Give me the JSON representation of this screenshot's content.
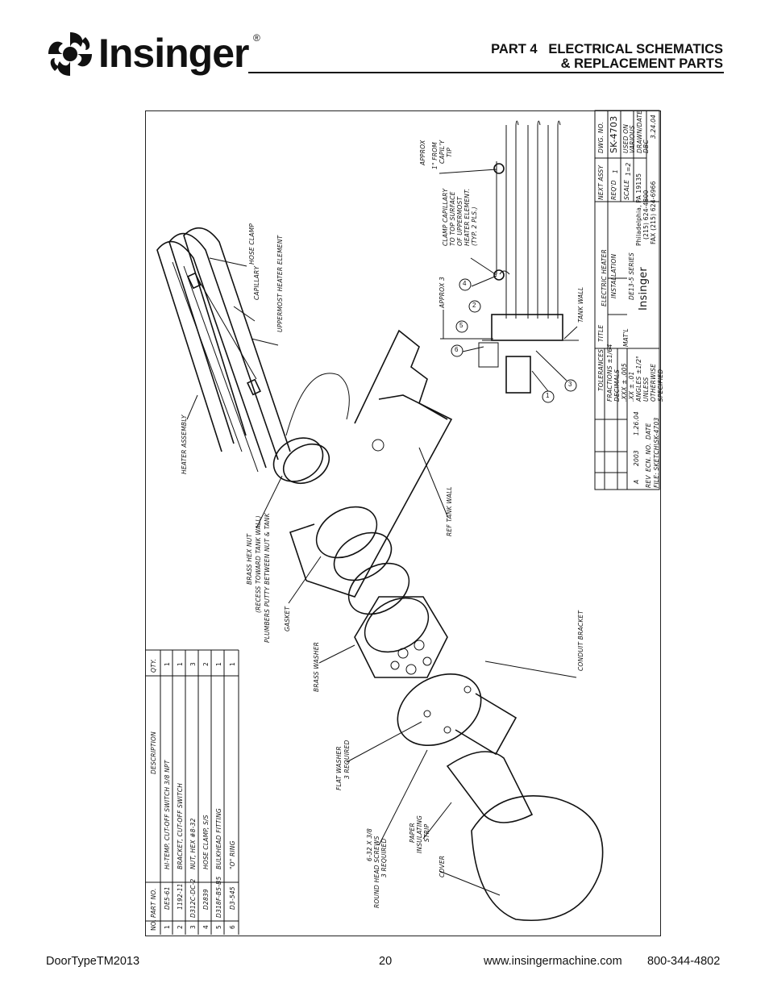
{
  "header": {
    "brand": "Insinger",
    "reg_mark": "®",
    "title_line1": "PART 4   ELECTRICAL SCHEMATICS",
    "title_line2": "& REPLACEMENT PARTS"
  },
  "parts_table": {
    "columns": [
      "NO.",
      "PART NO.",
      "DESCRIPTION",
      "QTY."
    ],
    "rows": [
      {
        "no": "1",
        "part": "DE5-61",
        "desc": "HI-TEMP. CUT-OFF SWITCH   3/8 NPT",
        "qty": "1"
      },
      {
        "no": "2",
        "part": "1192-11",
        "desc": "BRACKET, CUT-OFF SWITCH",
        "qty": "1"
      },
      {
        "no": "3",
        "part": "D312C-DC-2",
        "desc": "NUT, HEX  #8-32",
        "qty": "3"
      },
      {
        "no": "4",
        "part": "D2839",
        "desc": "HOSE CLAMP, S/S",
        "qty": "2"
      },
      {
        "no": "5",
        "part": "D318F-B5-B5",
        "desc": "BULKHEAD FITTING",
        "qty": "1"
      },
      {
        "no": "6",
        "part": "D3-545",
        "desc": "\"O\" RING",
        "qty": "1"
      }
    ]
  },
  "callouts": {
    "heater_assembly": "HEATER ASSEMBLY",
    "hose_clamp": "HOSE CLAMP",
    "capillary": "CAPILLARY",
    "uppermost": "UPPERMOST HEATER ELEMENT",
    "ref_tank_wall": "REF TANK WALL",
    "brass_hex_nut_1": "BRASS HEX NUT",
    "brass_hex_nut_2": "(RECESS TOWARD TANK WALL)",
    "plumbers_putty": "PLUMBERS PUTTY BETWEEN NUT & TANK",
    "gasket": "GASKET",
    "brass_washer": "BRASS WASHER",
    "conduit_bracket": "CONDUIT BRACKET",
    "flat_washer_1": "FLAT WASHER",
    "flat_washer_2": "3 REQUIRED",
    "screws_1": "6-32 X 3/8",
    "screws_2": "ROUND HEAD SCREWS",
    "screws_3": "3 REQUIRED",
    "paper_1": "PAPER",
    "paper_2": "INSULATING",
    "paper_3": "STRIP",
    "cover": "COVER",
    "tank_wall": "TANK WALL",
    "approx3": "APPROX 3",
    "clamp_1": "CLAMP CAPILLARY",
    "clamp_2": "TO TOP SURFACE",
    "clamp_3": "OF UPPERMOST",
    "clamp_4": "HEATER ELEMENT.",
    "clamp_5": "(TYP. 2 PLS.)",
    "approx_1": "APPROX",
    "approx_2": "1\" FROM",
    "approx_3": "CAPIL'Y",
    "approx_4": "TIP"
  },
  "balloons": [
    "1",
    "2",
    "3",
    "4",
    "5",
    "6"
  ],
  "title_block": {
    "tolerances": "TOLERANCES",
    "fractions": "FRACTIONS ±1/64",
    "decimals": "DECIMALS",
    "xxx": ".XXX  ± .005",
    "xx": ".XX  ± .01",
    "angles": "ANGLES ±1/2°",
    "unless": "UNLESS",
    "otherwise": "OTHERWISE",
    "specified": "SPECIFIED",
    "title_label": "TITLE",
    "title_1": "ELECTRIC HEATER",
    "title_2": "INSTALLATION",
    "title_3": "DE13-5 SERIES",
    "matl": "MAT'L",
    "next_assy": "NEXT ASSY",
    "reqd": "REQ'D",
    "reqd_val": "1",
    "scale": "SCALE",
    "scale_val": "1=2",
    "dwg_no_label": "DWG. NO.",
    "dwg_no": "SK-4703",
    "used_on": "USED ON",
    "various": "VARIOUS",
    "drawn": "DRAWN/DATE",
    "drawn_val": "DBC",
    "date_val": "3.24.04",
    "company": "Insinger",
    "city": "Philadelphia, PA 19135",
    "phone": "(215) 624-4800",
    "fax": "FAX (215) 624-6966",
    "rev": "REV",
    "ecn": "ECN. NO.",
    "date": "DATE",
    "rev_a": "A",
    "ecn_a": "2003",
    "date_a": "1.26.04",
    "file": "FILE: SKETCH\\SK-4703"
  },
  "footer": {
    "left": "DoorTypeTM2013",
    "page": "20",
    "url": "www.insingermachine.com",
    "phone": "800-344-4802"
  }
}
